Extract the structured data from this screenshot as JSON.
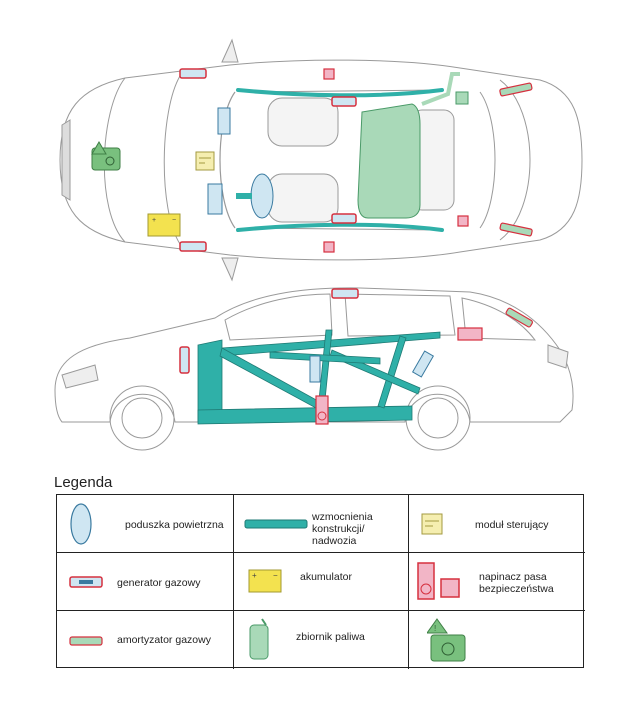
{
  "legend": {
    "title": "Legenda",
    "items": {
      "airbag": "poduszka powietrzna",
      "reinforcement": "wzmocnienia konstrukcji/ nadwozia",
      "control_module": "moduł sterujący",
      "gas_generator": "generator gazowy",
      "battery": "akumulator",
      "belt_tensioner": "napinacz pasa bezpieczeństwa",
      "gas_strut": "amortyzator gazowy",
      "fuel_tank": "zbiornik paliwa",
      "hazard_component": ""
    }
  },
  "colors": {
    "airbag": "#cfe6f2",
    "reinforcement": "#2fb0a8",
    "battery": "#f3e24f",
    "control_module": "#f5eeb0",
    "fuel_tank": "#a9d9b8",
    "generator_outline": "#d6303f",
    "tensioner_fill": "#f2b5c6",
    "hazard_green": "#79c07e"
  }
}
